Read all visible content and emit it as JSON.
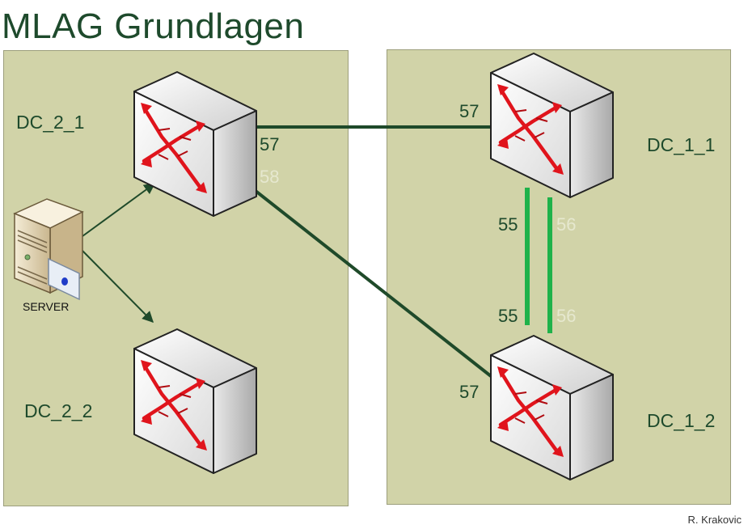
{
  "title": "MLAG Grundlagen",
  "author": "R. Krakovic",
  "server": {
    "label": "SERVER",
    "icon": "server-icon"
  },
  "switches": {
    "dc_2_1": {
      "label": "DC_2_1",
      "icon": "switch-icon"
    },
    "dc_2_2": {
      "label": "DC_2_2",
      "icon": "switch-icon"
    },
    "dc_1_1": {
      "label": "DC_1_1",
      "icon": "switch-icon"
    },
    "dc_1_2": {
      "label": "DC_1_2",
      "icon": "switch-icon"
    }
  },
  "ports": {
    "dc21_to_dc11": "57",
    "dc21_to_dc12": "58",
    "dc11_uplink": "57",
    "dc11_peer_a": "55",
    "dc11_peer_b": "56",
    "dc12_peer_a": "55",
    "dc12_peer_b": "56",
    "dc12_uplink": "57"
  },
  "colors": {
    "panel": "#d1d3a8",
    "text": "#1e4a2c",
    "link_dark": "#1f4a2a",
    "peer_link": "#1fb24a",
    "arrow_red": "#e0141c"
  }
}
